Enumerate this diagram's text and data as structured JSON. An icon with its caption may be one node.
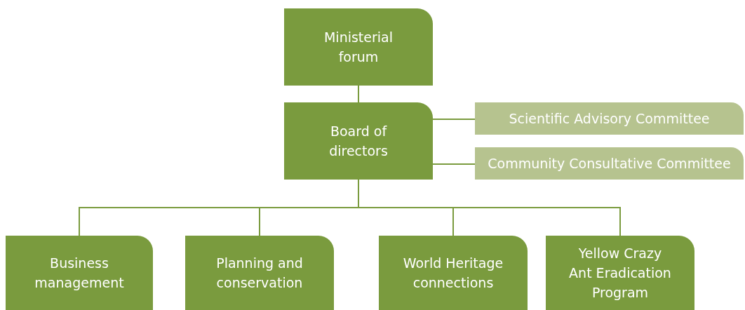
{
  "diagram": {
    "nodes": [
      {
        "text": [
          "Ministerial forum"
        ]
      },
      {
        "text": [
          "Board of directors"
        ]
      },
      {
        "text": [
          "Scientific Advisory Committee"
        ]
      },
      {
        "text": [
          "Community Consultative Committee"
        ]
      },
      {
        "text": [
          "Business management"
        ]
      },
      {
        "text": [
          "Planning and conservation"
        ]
      },
      {
        "text": [
          "World Heritage connections"
        ]
      },
      {
        "text": [
          "Yellow Crazy Ant Eradication Program"
        ]
      }
    ],
    "edges": [
      {
        "from": 0,
        "to": 1,
        "arrow": "none"
      },
      {
        "from": 1,
        "to": 2,
        "arrow": "none"
      },
      {
        "from": 1,
        "to": 3,
        "arrow": "none"
      },
      {
        "from": 1,
        "to": 4,
        "arrow": "none"
      },
      {
        "from": 1,
        "to": 5,
        "arrow": "none"
      },
      {
        "from": 1,
        "to": 6,
        "arrow": "none"
      },
      {
        "from": 1,
        "to": 7,
        "arrow": "none"
      }
    ]
  }
}
